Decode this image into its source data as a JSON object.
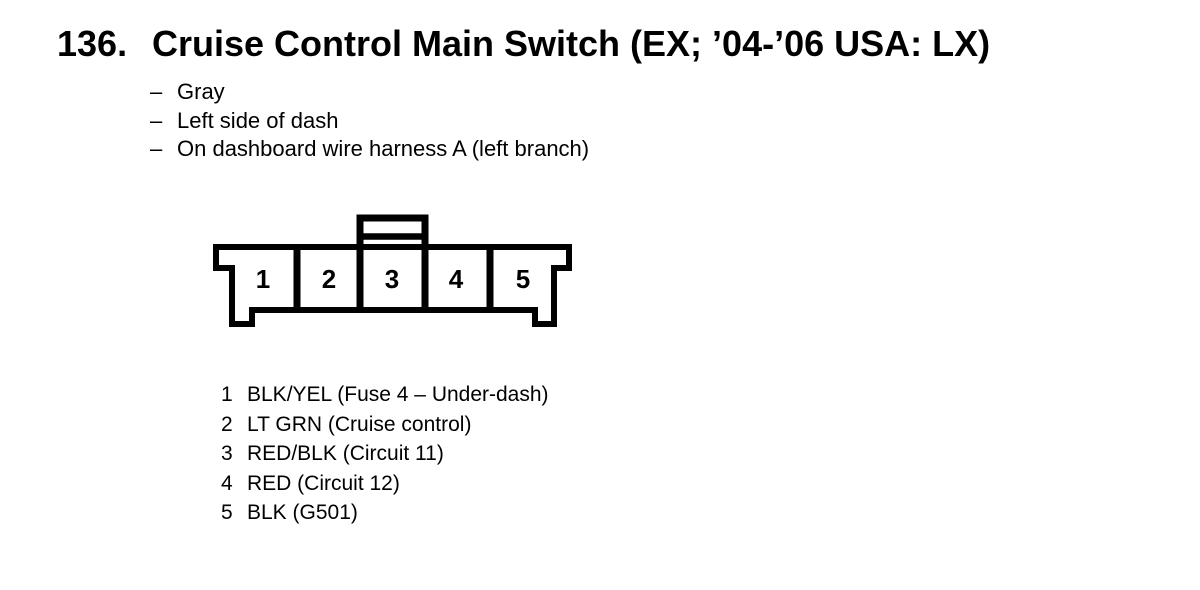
{
  "page": {
    "background": "#ffffff",
    "ink": "#000000"
  },
  "figure": {
    "number": "136.",
    "title": "Cruise Control Main Switch (EX; ’04-’06 USA: LX)",
    "notes": [
      {
        "bullet": "–",
        "text": "Gray"
      },
      {
        "bullet": "–",
        "text": "Left side of dash"
      },
      {
        "bullet": "–",
        "text": "On dashboard wire harness A (left branch)"
      }
    ]
  },
  "connector": {
    "cavities": [
      "1",
      "2",
      "3",
      "4",
      "5"
    ]
  },
  "pin_table": [
    {
      "pin": "1",
      "wire": "BLK/YEL (Fuse 4 – Under-dash)"
    },
    {
      "pin": "2",
      "wire": "LT GRN (Cruise control)"
    },
    {
      "pin": "3",
      "wire": "RED/BLK (Circuit 11)"
    },
    {
      "pin": "4",
      "wire": "RED (Circuit 12)"
    },
    {
      "pin": "5",
      "wire": "BLK (G501)"
    }
  ]
}
